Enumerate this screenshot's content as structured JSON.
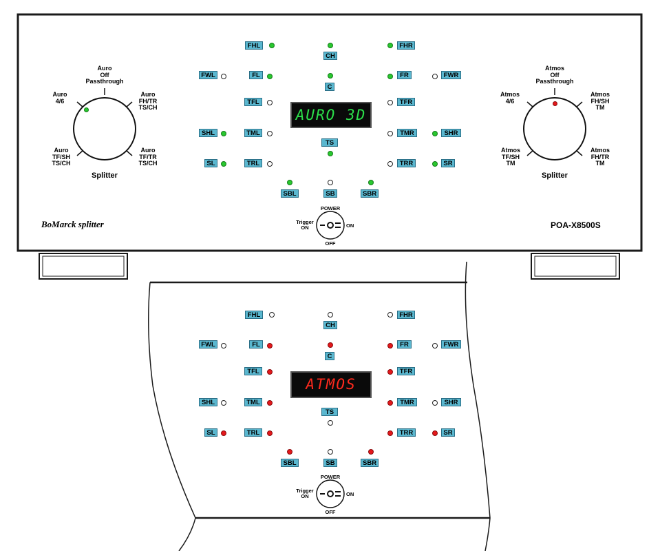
{
  "colors": {
    "label_bg": "#5ab7cf",
    "led_green": "#29c82f",
    "led_red": "#e4181b",
    "display_green": "#2be04a",
    "display_red": "#ff2a1e"
  },
  "front_panel": {
    "brand": "BoMarck splitter",
    "model": "POA-X8500S",
    "display_text": "AURO 3D",
    "left_knob": {
      "title": "Splitter",
      "positions": {
        "top": "Auro\nOff\nPassthrough",
        "upper_left": "Auro\n4/6",
        "upper_right": "Auro\nFH/TR\nTS/CH",
        "lower_left": "Auro\nTF/SH\nTS/CH",
        "lower_right": "Auro\nTF/TR\nTS/CH"
      },
      "indicator": "upper_left"
    },
    "right_knob": {
      "title": "Splitter",
      "positions": {
        "top": "Atmos\nOff\nPassthrough",
        "upper_left": "Atmos\n4/6",
        "upper_right": "Atmos\nFH/SH\nTM",
        "lower_left": "Atmos\nTF/SH\nTM",
        "lower_right": "Atmos\nFH/TR\nTM"
      },
      "indicator": "top"
    },
    "channels": {
      "FHL": "green",
      "CH": "green",
      "FHR": "green",
      "FWL": "off",
      "FL": "green",
      "C": "green",
      "FR": "green",
      "FWR": "off",
      "TFL": "off",
      "TFR": "off",
      "SHL": "green",
      "TML": "off",
      "TMR": "off",
      "SHR": "green",
      "TS": "green",
      "SL": "green",
      "TRL": "off",
      "TRR": "off",
      "SR": "green",
      "SBL": "green",
      "SB": "off",
      "SBR": "green"
    },
    "power": {
      "title": "POWER",
      "on": "ON",
      "off": "OFF",
      "trigger": "Trigger\nON"
    }
  },
  "detail_panel": {
    "display_text": "ATMOS",
    "channels": {
      "FHL": "off",
      "CH": "off",
      "FHR": "off",
      "FWL": "off",
      "FL": "red",
      "C": "red",
      "FR": "red",
      "FWR": "off",
      "TFL": "red",
      "TFR": "red",
      "SHL": "off",
      "TML": "red",
      "TMR": "red",
      "SHR": "off",
      "TS": "off",
      "SL": "red",
      "TRL": "red",
      "TRR": "red",
      "SR": "red",
      "SBL": "red",
      "SB": "off",
      "SBR": "red"
    },
    "power": {
      "title": "POWER",
      "on": "ON",
      "off": "OFF",
      "trigger": "Trigger\nON"
    }
  }
}
